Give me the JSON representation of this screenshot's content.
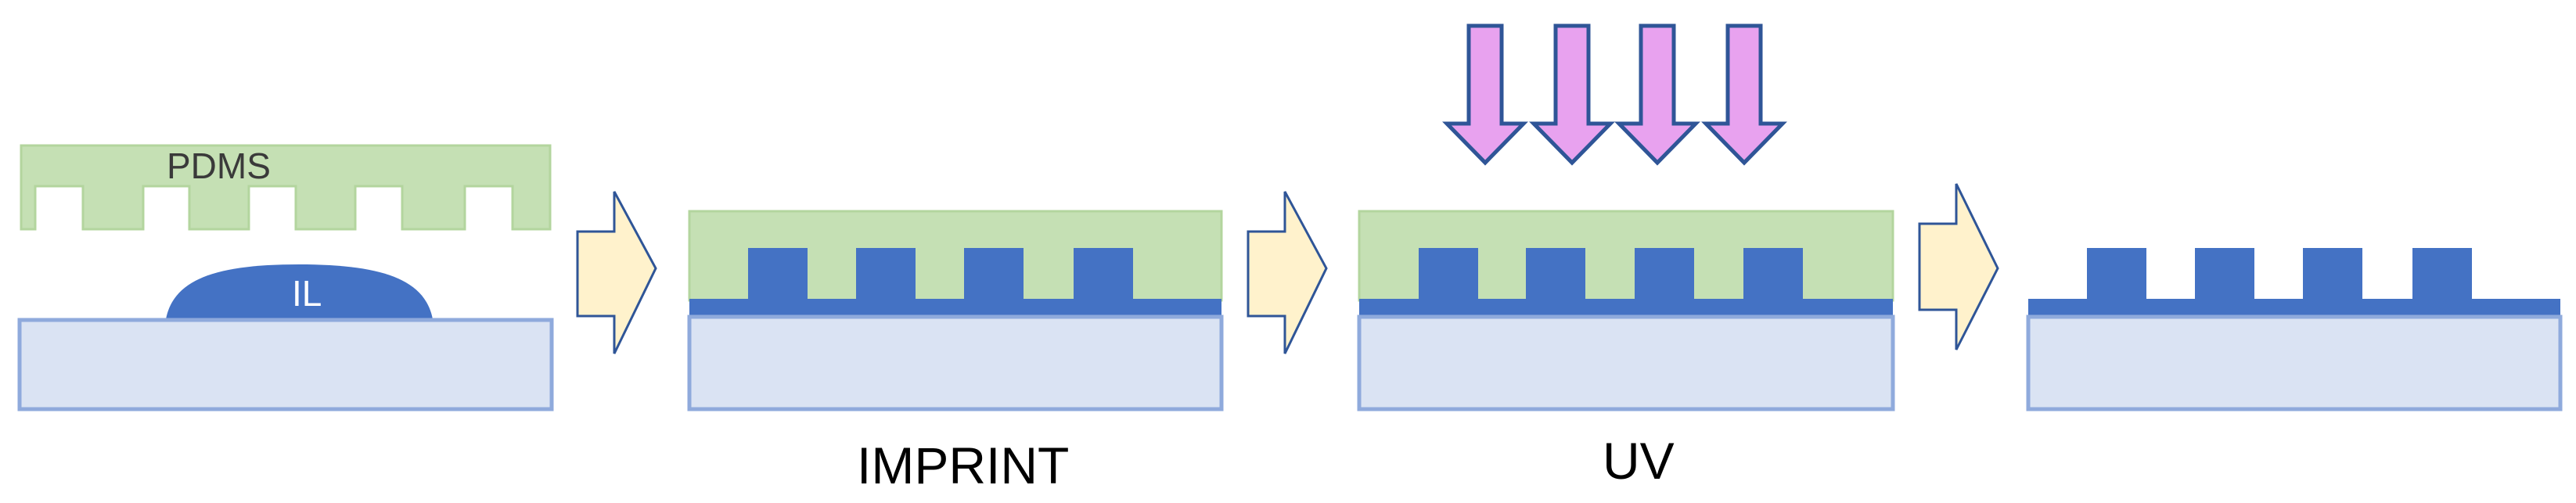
{
  "labels": {
    "mold": "PDMS",
    "resin": "IL",
    "step_imprint": "IMPRINT",
    "step_uv": "UV"
  },
  "colors": {
    "mold_fill": "#c5e0b4",
    "mold_stroke": "#b3d59e",
    "resin_fill": "#4472c4",
    "substrate_fill": "#dae3f3",
    "substrate_stroke": "#8faadc",
    "arrow_fill": "#fff2cc",
    "arrow_stroke": "#2f5597",
    "uv_fill": "#e8a2ef",
    "uv_stroke": "#2f5597",
    "text_main": "#000000",
    "text_pdms": "#3a3a3a",
    "text_il": "#ffffff"
  },
  "icons": {
    "process_arrow": "right-block-arrow",
    "uv_arrow": "down-block-arrow"
  }
}
